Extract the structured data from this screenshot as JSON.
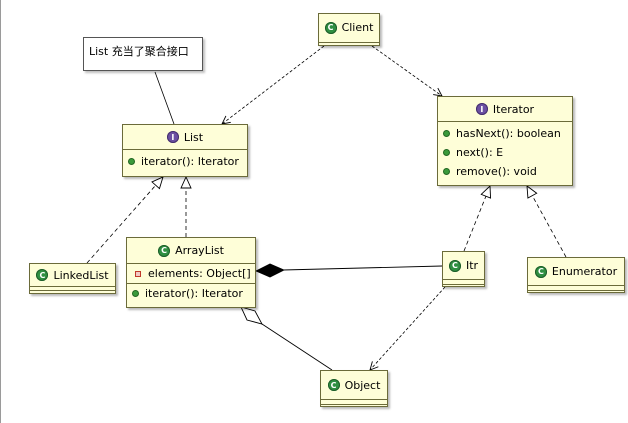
{
  "note": {
    "text": "List 充当了聚合接口"
  },
  "classes": {
    "client": {
      "name": "Client",
      "kind": "class"
    },
    "list": {
      "name": "List",
      "kind": "interface",
      "methods": [
        "iterator(): Iterator"
      ]
    },
    "iterator": {
      "name": "Iterator",
      "kind": "interface",
      "methods": [
        "hasNext(): boolean",
        "next(): E",
        "remove(): void"
      ]
    },
    "linkedlist": {
      "name": "LinkedList",
      "kind": "class"
    },
    "arraylist": {
      "name": "ArrayList",
      "kind": "class",
      "fields": [
        "elements: Object[]"
      ],
      "methods": [
        "iterator(): Iterator"
      ]
    },
    "itr": {
      "name": "Itr",
      "kind": "class"
    },
    "enumerator": {
      "name": "Enumerator",
      "kind": "class"
    },
    "object": {
      "name": "Object",
      "kind": "class"
    }
  },
  "badges": {
    "class": "C",
    "interface": "I"
  },
  "colors": {
    "box_fill": "#fefed8",
    "box_border": "#6b6b3a",
    "class_badge": "#2f8f41",
    "interface_badge": "#6b4fa2",
    "field_marker": "#c0392b"
  }
}
